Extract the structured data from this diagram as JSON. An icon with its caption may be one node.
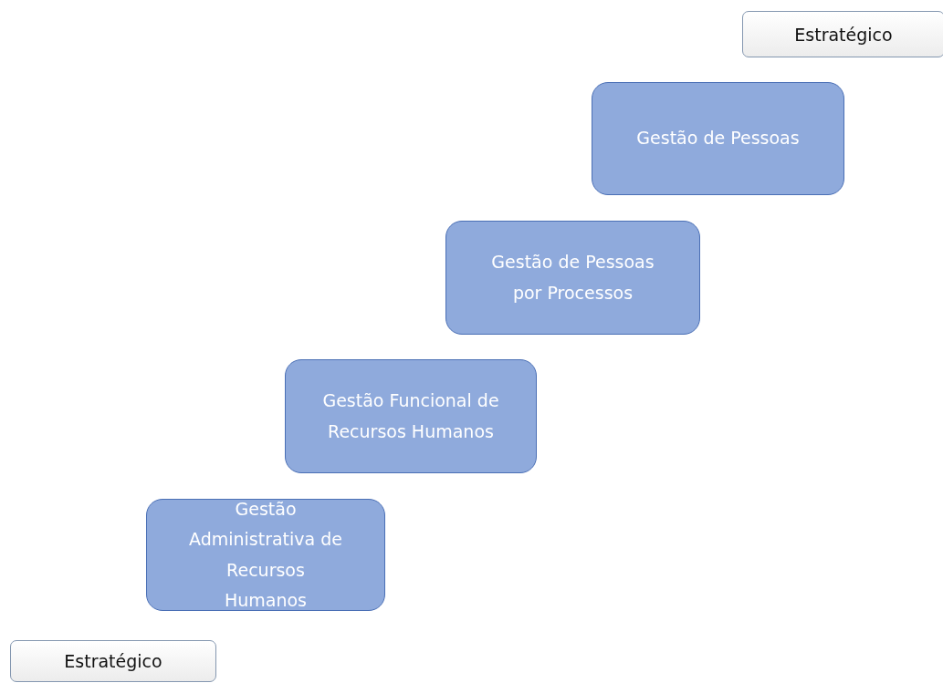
{
  "diagram": {
    "nodes": [
      {
        "text": [
          "Estratégico"
        ]
      },
      {
        "text": [
          "Gestão de Pessoas"
        ]
      },
      {
        "text": [
          "Gestão de Pessoas por Processos"
        ]
      },
      {
        "text": [
          "Gestão Funcional de Recursos Humanos"
        ]
      },
      {
        "text": [
          "Gestão Administrativa de Recursos Humanos"
        ]
      },
      {
        "text": [
          "Estratégico"
        ]
      }
    ]
  }
}
